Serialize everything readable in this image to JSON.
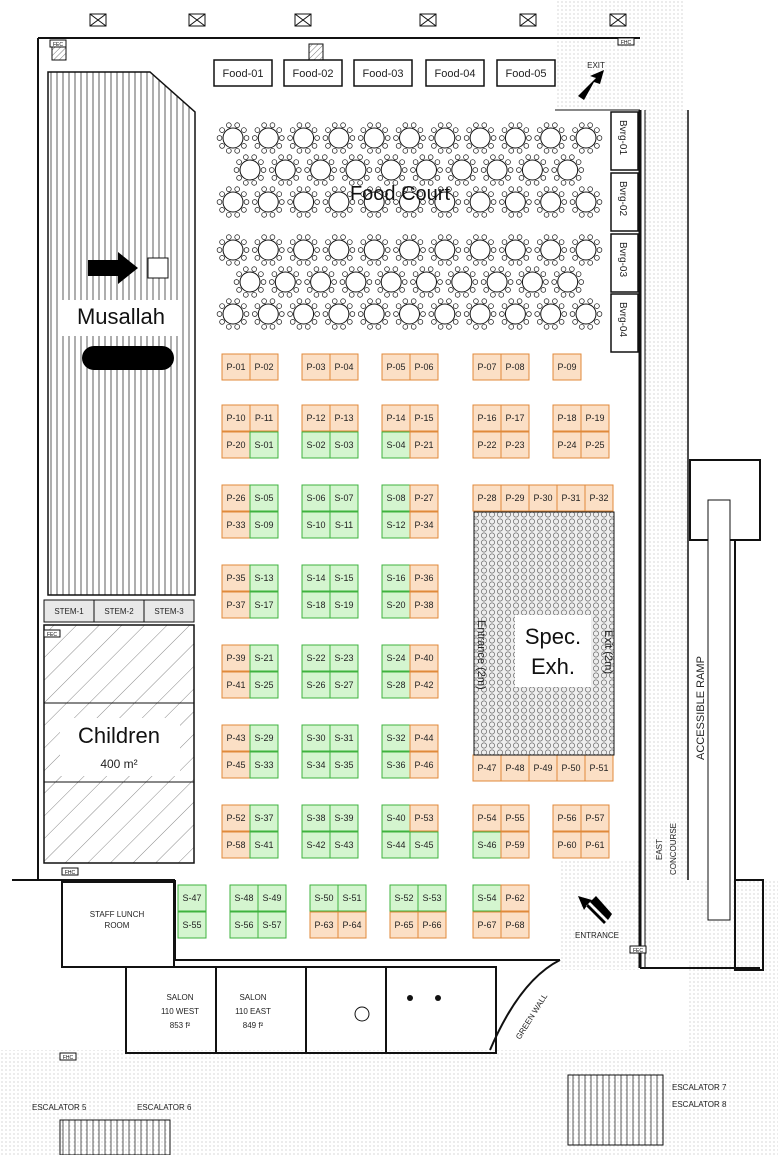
{
  "title": "",
  "colors": {
    "p_fill": "#fbdfc5",
    "p_stroke": "#e08a3a",
    "s_fill": "#d4f5cf",
    "s_stroke": "#3fb33f",
    "line": "#111111",
    "dot": "#cfcfcf"
  },
  "areas": {
    "musallah": "Musallah",
    "children": "Children",
    "children_size": "400 m²",
    "food_court": "Food Court",
    "spec": "Spec.",
    "exh": "Exh.",
    "entrance_2m": "Entrance (2m)",
    "exit_2m": "Exit (2m)",
    "staff_lunch": "STAFF LUNCH",
    "staff_room": "ROOM",
    "salon_west": [
      "SALON",
      "110 WEST",
      "853 f²"
    ],
    "salon_east": [
      "SALON",
      "110 EAST",
      "849 f²"
    ],
    "east_concourse": [
      "EAST",
      "CONCOURSE"
    ],
    "accessible_ramp": "ACCESSIBLE RAMP",
    "green_wall": "GREEN WALL",
    "entrance": "ENTRANCE",
    "exit": "EXIT",
    "escalator_5": "ESCALATOR 5",
    "escalator_6": "ESCALATOR 6",
    "escalator_7": "ESCALATOR 7",
    "escalator_8": "ESCALATOR 8",
    "fec": "FEC",
    "fhc": "FHC"
  },
  "stem": [
    "STEM-1",
    "STEM-2",
    "STEM-3"
  ],
  "food": [
    "Food-01",
    "Food-02",
    "Food-03",
    "Food-04",
    "Food-05"
  ],
  "bvrg": [
    "Bvrg-01",
    "Bvrg-02",
    "Bvrg-03",
    "Bvrg-04"
  ],
  "booths": [
    [
      "P-01",
      "P-02"
    ],
    [
      "P-03",
      "P-04"
    ],
    [
      "P-05",
      "P-06"
    ],
    [
      "P-07",
      "P-08"
    ],
    [
      "P-09"
    ],
    [
      "P-10",
      "P-11"
    ],
    [
      "P-12",
      "P-13"
    ],
    [
      "P-14",
      "P-15"
    ],
    [
      "P-16",
      "P-17"
    ],
    [
      "P-18",
      "P-19"
    ],
    [
      "P-20",
      "S-01"
    ],
    [
      "S-02",
      "S-03"
    ],
    [
      "S-04",
      "P-21"
    ],
    [
      "P-22",
      "P-23"
    ],
    [
      "P-24",
      "P-25"
    ],
    [
      "P-26",
      "S-05"
    ],
    [
      "S-06",
      "S-07"
    ],
    [
      "S-08",
      "P-27"
    ],
    [
      "P-28",
      "P-29",
      "P-30",
      "P-31",
      "P-32"
    ],
    [
      "P-33",
      "S-09"
    ],
    [
      "S-10",
      "S-11"
    ],
    [
      "S-12",
      "P-34"
    ],
    [
      "P-35",
      "S-13"
    ],
    [
      "S-14",
      "S-15"
    ],
    [
      "S-16",
      "P-36"
    ],
    [
      "P-37",
      "S-17"
    ],
    [
      "S-18",
      "S-19"
    ],
    [
      "S-20",
      "P-38"
    ],
    [
      "P-39",
      "S-21"
    ],
    [
      "S-22",
      "S-23"
    ],
    [
      "S-24",
      "P-40"
    ],
    [
      "P-41",
      "S-25"
    ],
    [
      "S-26",
      "S-27"
    ],
    [
      "S-28",
      "P-42"
    ],
    [
      "P-43",
      "S-29"
    ],
    [
      "S-30",
      "S-31"
    ],
    [
      "S-32",
      "P-44"
    ],
    [
      "P-45",
      "S-33"
    ],
    [
      "S-34",
      "S-35"
    ],
    [
      "S-36",
      "P-46"
    ],
    [
      "P-47",
      "P-48",
      "P-49",
      "P-50",
      "P-51"
    ],
    [
      "P-52",
      "S-37"
    ],
    [
      "S-38",
      "S-39"
    ],
    [
      "S-40",
      "P-53"
    ],
    [
      "P-54",
      "P-55"
    ],
    [
      "P-56",
      "P-57"
    ],
    [
      "P-58",
      "S-41"
    ],
    [
      "S-42",
      "S-43"
    ],
    [
      "S-44",
      "S-45"
    ],
    [
      "S-46",
      "P-59"
    ],
    [
      "P-60",
      "P-61"
    ],
    [
      "S-47"
    ],
    [
      "S-48",
      "S-49"
    ],
    [
      "S-50",
      "S-51"
    ],
    [
      "S-52",
      "S-53"
    ],
    [
      "S-54",
      "P-62"
    ],
    [
      "S-55"
    ],
    [
      "S-56",
      "S-57"
    ],
    [
      "P-63",
      "P-64"
    ],
    [
      "P-65",
      "P-66"
    ],
    [
      "P-67",
      "P-68"
    ]
  ]
}
